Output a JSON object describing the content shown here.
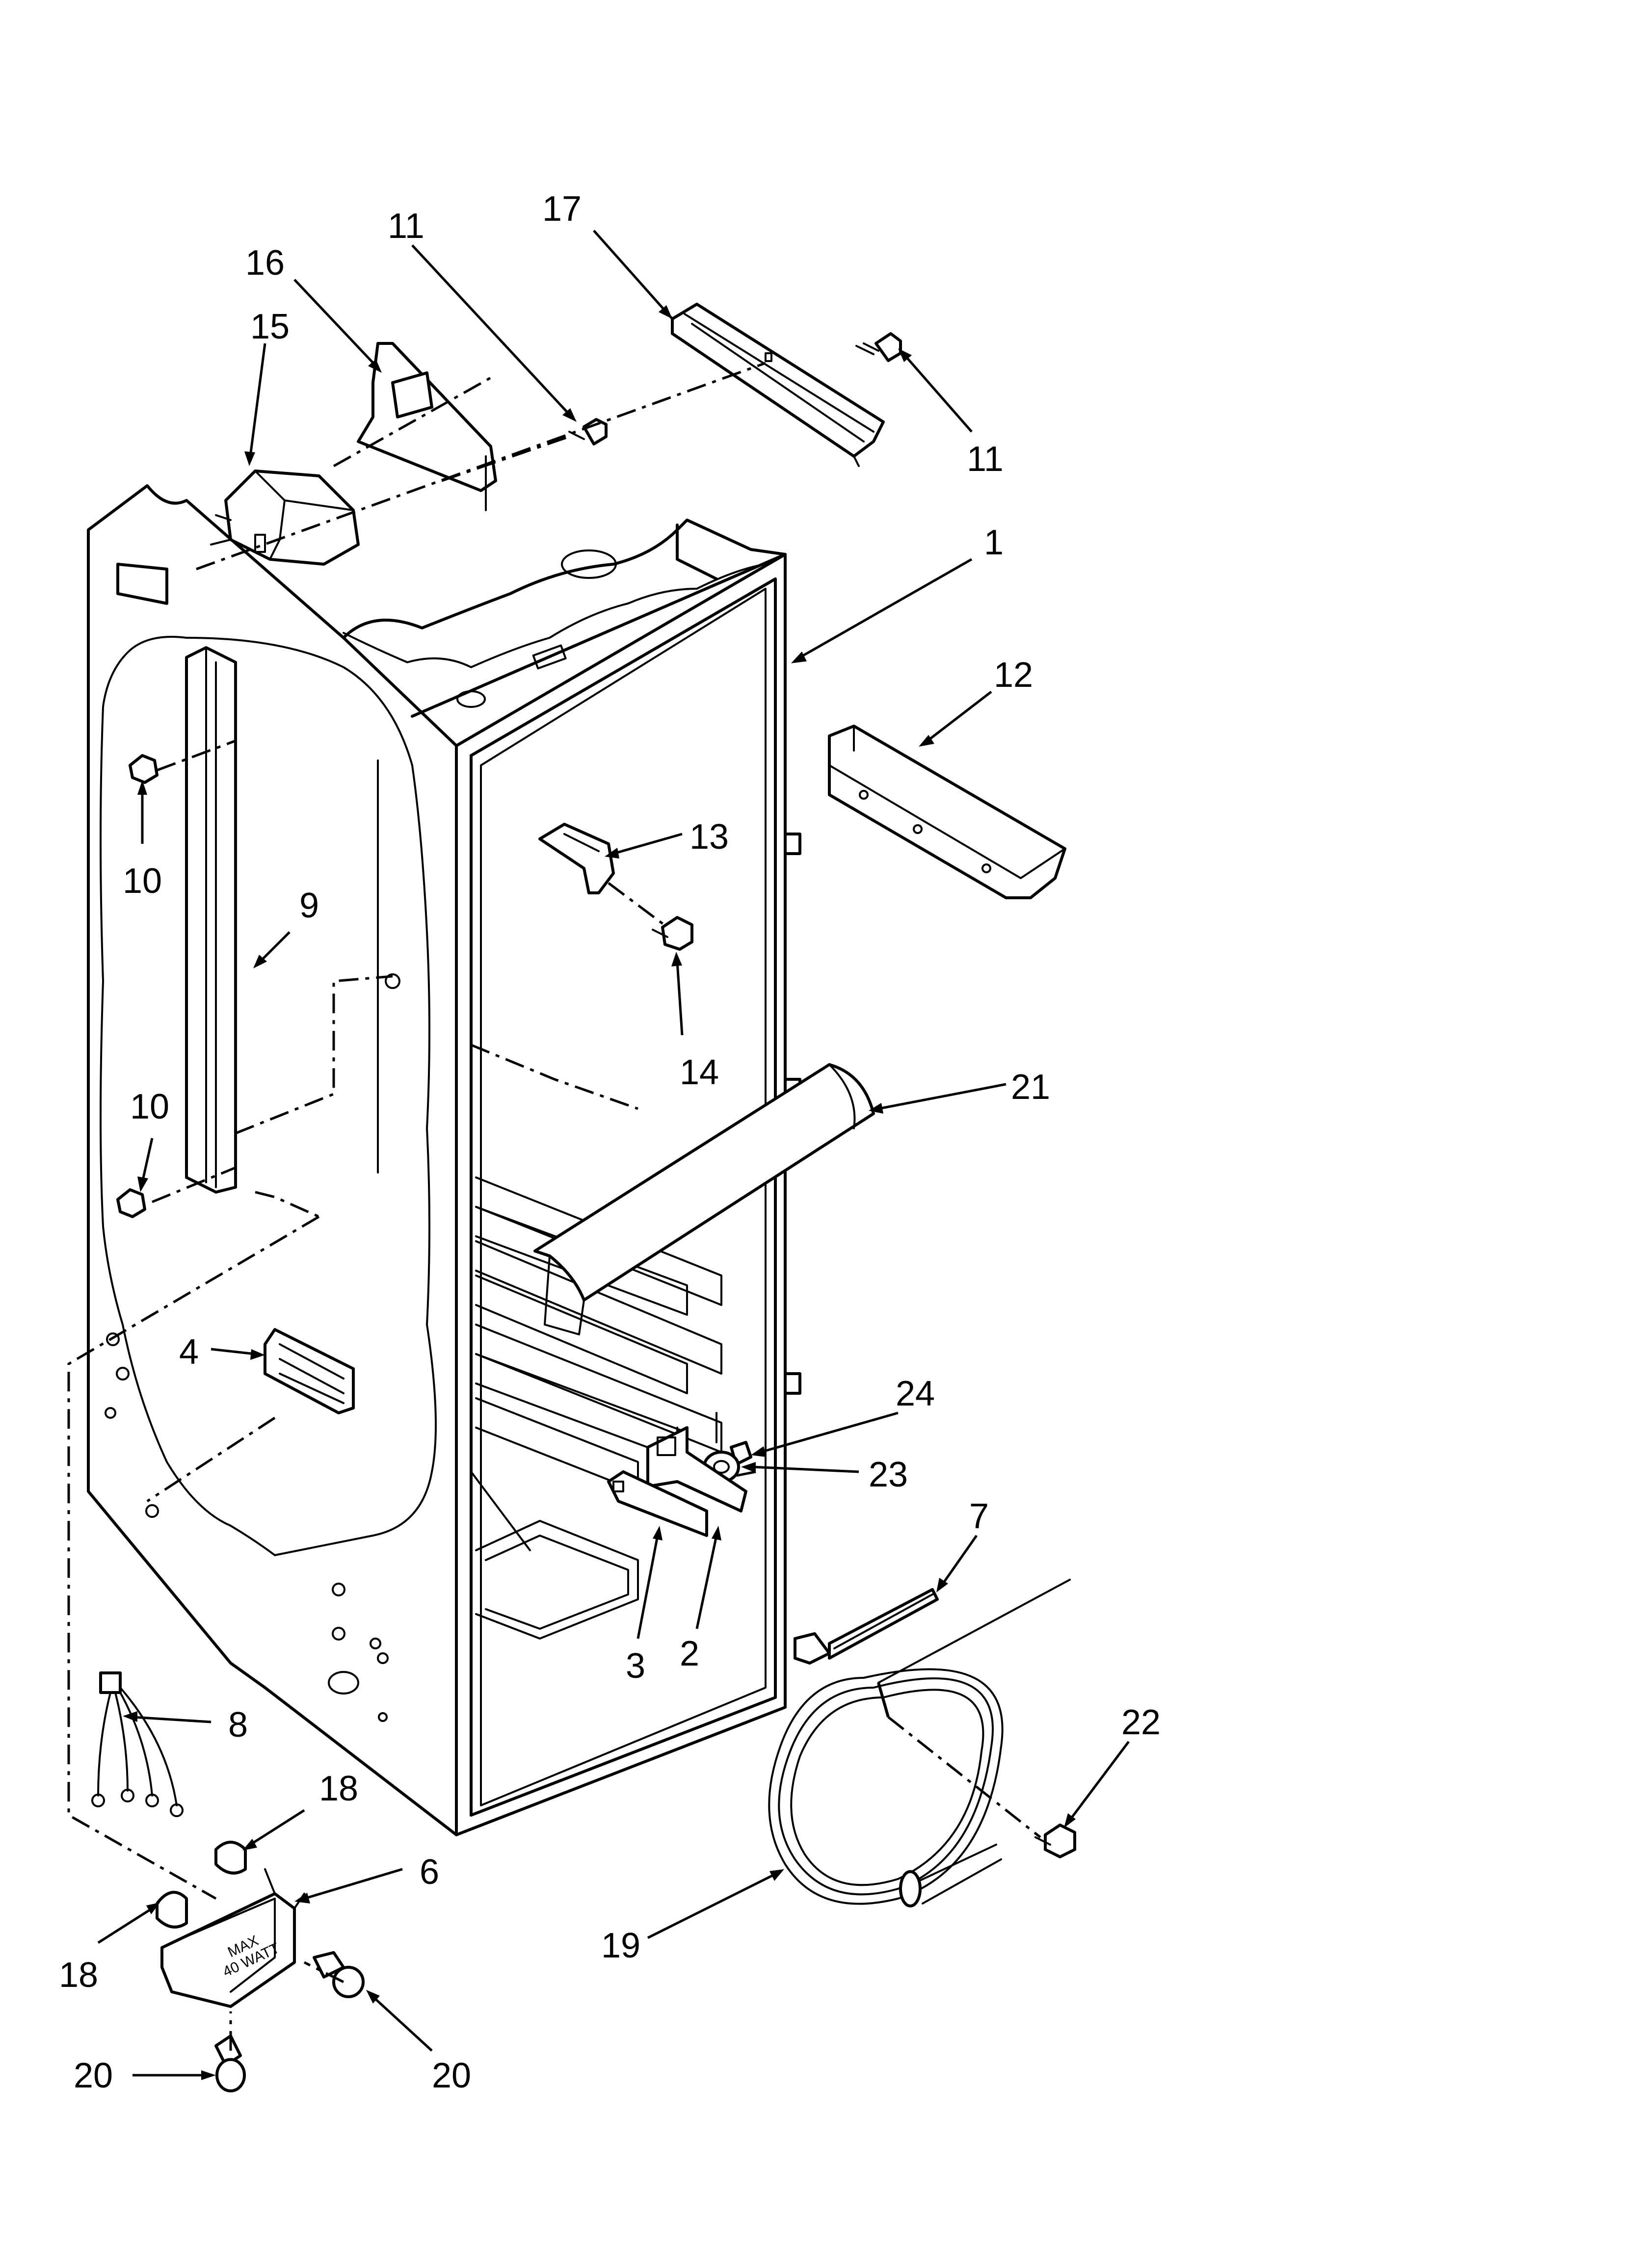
{
  "callouts": [
    {
      "key": "17",
      "label": "17"
    },
    {
      "key": "11a",
      "label": "11"
    },
    {
      "key": "11b",
      "label": "11"
    },
    {
      "key": "16",
      "label": "16"
    },
    {
      "key": "15",
      "label": "15"
    },
    {
      "key": "1",
      "label": "1"
    },
    {
      "key": "12",
      "label": "12"
    },
    {
      "key": "10a",
      "label": "10"
    },
    {
      "key": "9",
      "label": "9"
    },
    {
      "key": "13",
      "label": "13"
    },
    {
      "key": "14",
      "label": "14"
    },
    {
      "key": "10b",
      "label": "10"
    },
    {
      "key": "21",
      "label": "21"
    },
    {
      "key": "4",
      "label": "4"
    },
    {
      "key": "24",
      "label": "24"
    },
    {
      "key": "23",
      "label": "23"
    },
    {
      "key": "7",
      "label": "7"
    },
    {
      "key": "3",
      "label": "3"
    },
    {
      "key": "2",
      "label": "2"
    },
    {
      "key": "8",
      "label": "8"
    },
    {
      "key": "22",
      "label": "22"
    },
    {
      "key": "18a",
      "label": "18"
    },
    {
      "key": "6",
      "label": "6"
    },
    {
      "key": "18b",
      "label": "18"
    },
    {
      "key": "19",
      "label": "19"
    },
    {
      "key": "20a",
      "label": "20"
    },
    {
      "key": "20b",
      "label": "20"
    }
  ],
  "lamp_socket_marking": {
    "line1": "MAX",
    "line2": "40 WATT"
  }
}
